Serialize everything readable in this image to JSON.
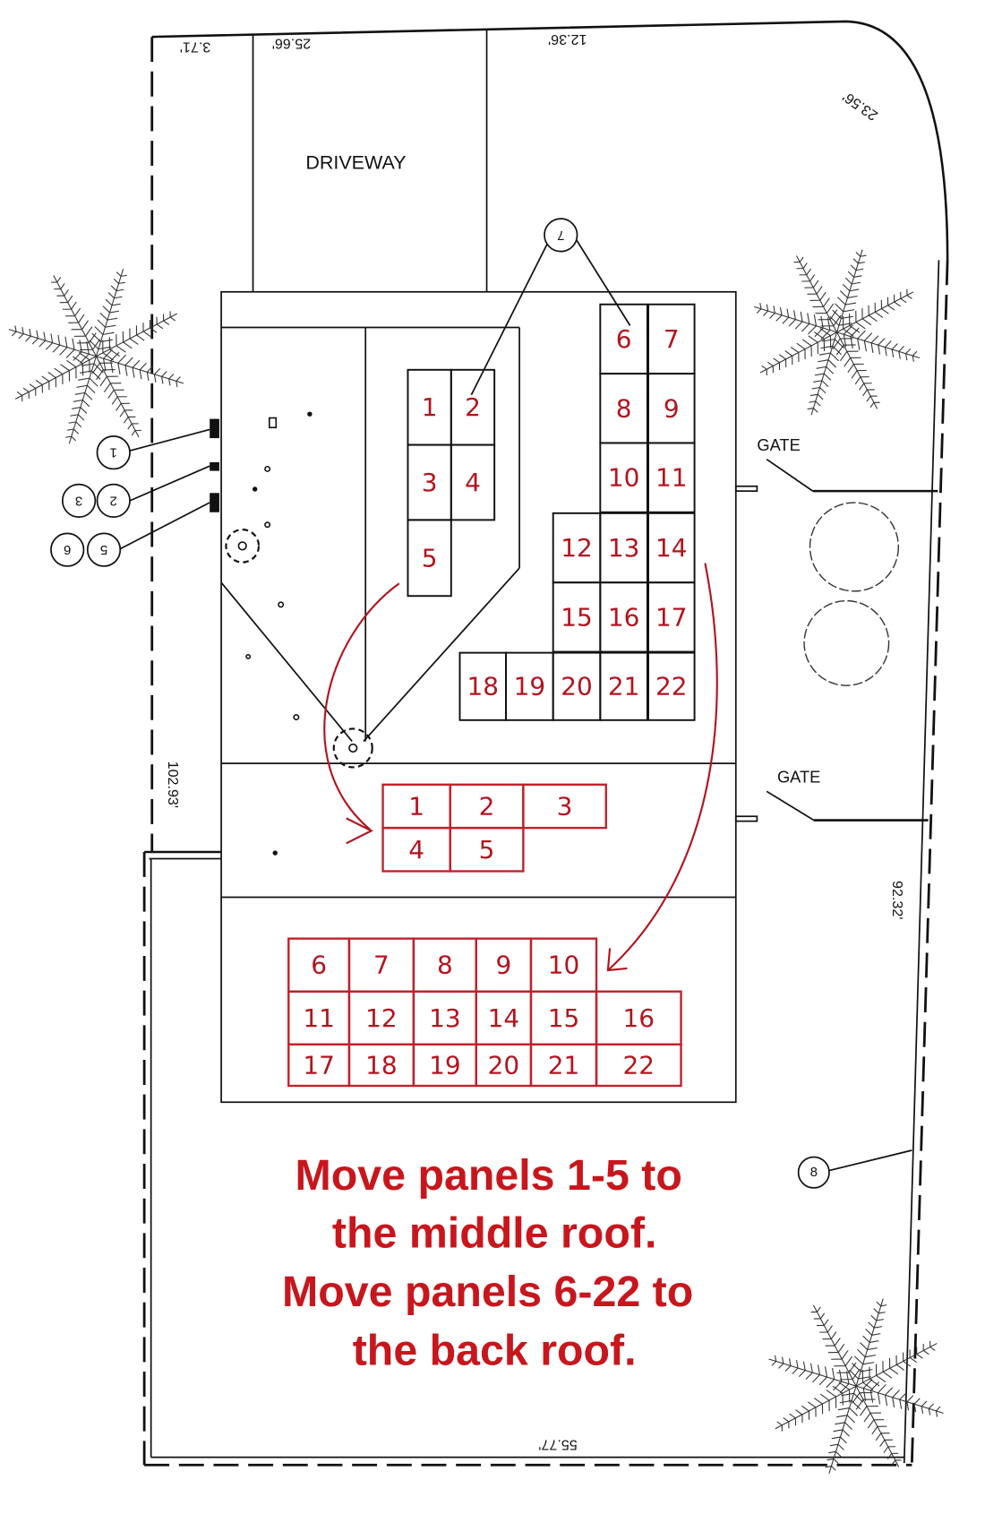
{
  "labels": {
    "driveway": "DRIVEWAY",
    "gate_upper": "GATE",
    "gate_lower": "GATE"
  },
  "dimensions": {
    "top_left": "3.71'",
    "top_driveway": "25.66'",
    "top_right": "12.36'",
    "corner_arc": "23.56'",
    "left_side": "102.93'",
    "right_side": "92.32'",
    "bottom": "55.77'"
  },
  "callouts": {
    "c1": "1",
    "c2": "2",
    "c3": "3",
    "c5": "5",
    "c6": "6",
    "c7": "7",
    "c8": "8"
  },
  "existing_panels": {
    "front": [
      "1",
      "2",
      "3",
      "4",
      "5"
    ],
    "right": [
      "6",
      "7",
      "8",
      "9",
      "10",
      "11",
      "12",
      "13",
      "14",
      "15",
      "16",
      "17",
      "18",
      "19",
      "20",
      "21",
      "22"
    ]
  },
  "proposed_panels": {
    "middle_roof": [
      "1",
      "2",
      "3",
      "4",
      "5"
    ],
    "back_roof": [
      "6",
      "7",
      "8",
      "9",
      "10",
      "11",
      "12",
      "13",
      "14",
      "15",
      "16",
      "17",
      "18",
      "19",
      "20",
      "21",
      "22"
    ]
  },
  "instructions": [
    "Move panels 1-5 to",
    "the middle roof.",
    "Move panels 6-22 to",
    "the back roof."
  ],
  "colors": {
    "annotation_red": "#c8161d",
    "line": "#111111"
  }
}
